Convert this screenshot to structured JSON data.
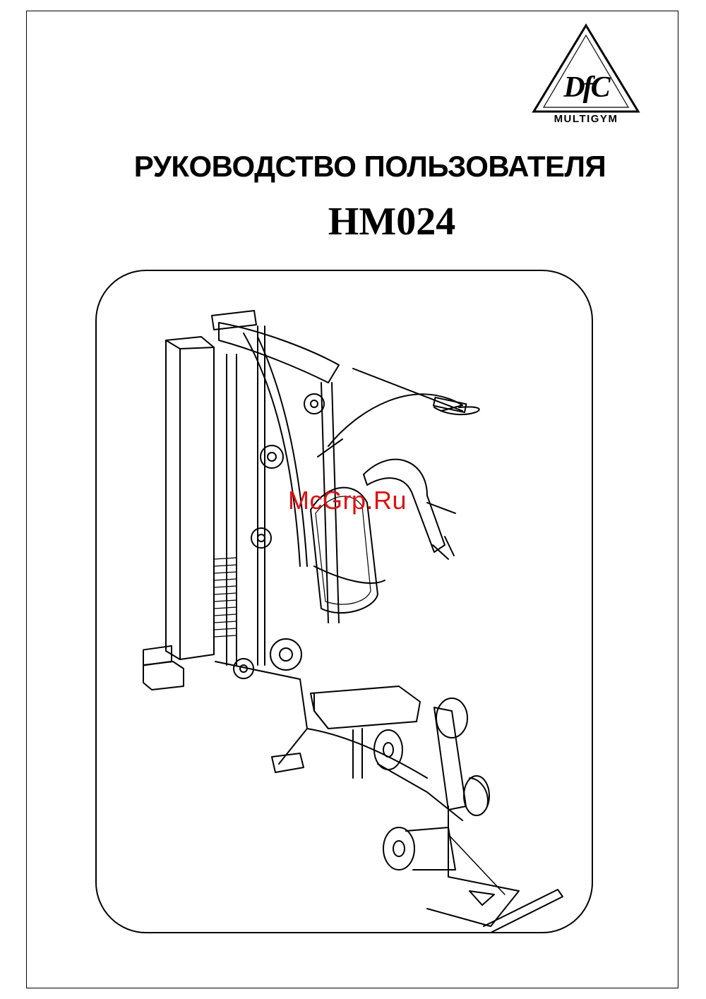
{
  "logo": {
    "mark": "DfC",
    "subtitle": "MULTIGYM"
  },
  "title": "РУКОВОДСТВО ПОЛЬЗОВАТЕЛЯ",
  "model": "HM024",
  "watermark": "McGrp.Ru",
  "illustration": {
    "subject": "home multigym line drawing",
    "icon": "multigym-illustration-icon"
  }
}
